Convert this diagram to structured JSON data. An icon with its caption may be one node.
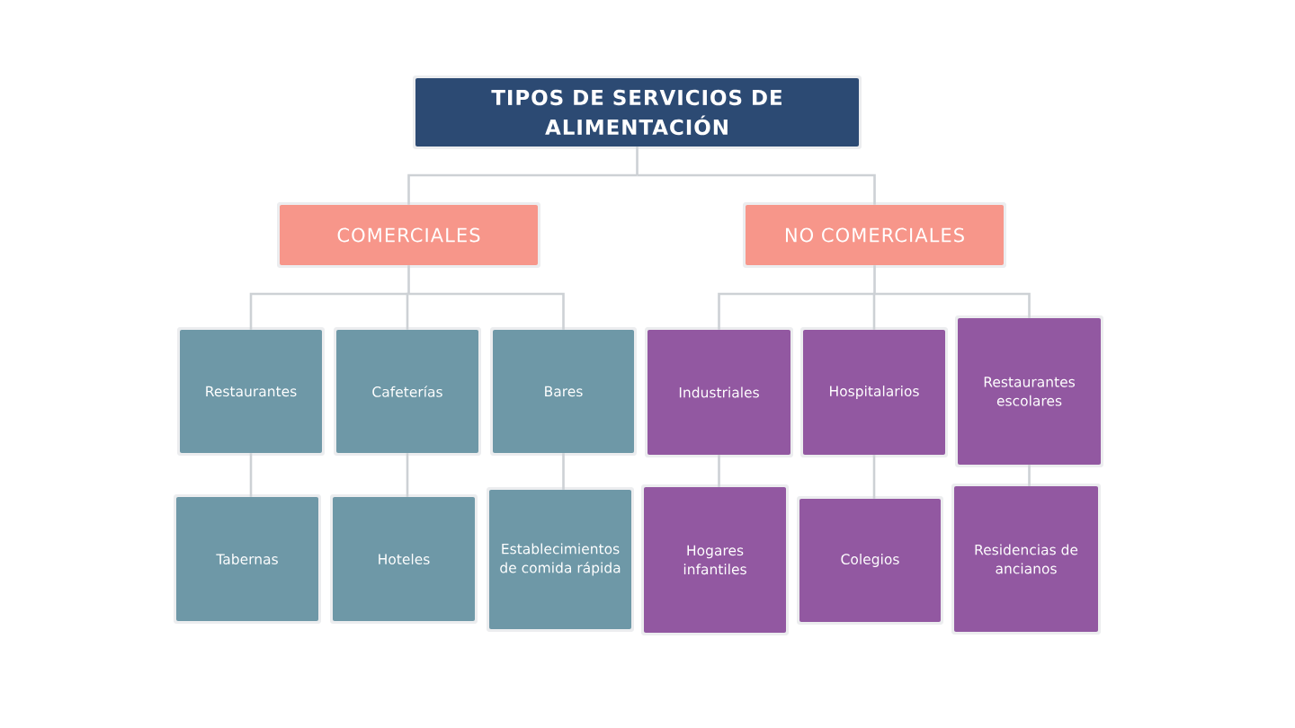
{
  "diagram": {
    "nodes": [
      {
        "text": [
          "TIPOS DE SERVICIOS DE ALIMENTACIÓN"
        ]
      },
      {
        "text": [
          "COMERCIALES"
        ]
      },
      {
        "text": [
          "NO COMERCIALES"
        ]
      },
      {
        "text": [
          "Restaurantes"
        ]
      },
      {
        "text": [
          "Cafeterías"
        ]
      },
      {
        "text": [
          "Bares"
        ]
      },
      {
        "text": [
          "Industriales"
        ]
      },
      {
        "text": [
          "Hospitalarios"
        ]
      },
      {
        "text": [
          "Restaurantes escolares"
        ]
      },
      {
        "text": [
          "Tabernas"
        ]
      },
      {
        "text": [
          "Hoteles"
        ]
      },
      {
        "text": [
          "Establecimientos de comida rápida"
        ]
      },
      {
        "text": [
          "Hogares infantiles"
        ]
      },
      {
        "text": [
          "Colegios"
        ]
      },
      {
        "text": [
          "Residencias de ancianos"
        ]
      }
    ],
    "edges": [
      {
        "from": 0,
        "to": 1,
        "arrow": "none"
      },
      {
        "from": 0,
        "to": 2,
        "arrow": "none"
      },
      {
        "from": 1,
        "to": 3,
        "arrow": "none"
      },
      {
        "from": 1,
        "to": 4,
        "arrow": "none"
      },
      {
        "from": 1,
        "to": 5,
        "arrow": "none"
      },
      {
        "from": 2,
        "to": 6,
        "arrow": "none"
      },
      {
        "from": 2,
        "to": 7,
        "arrow": "none"
      },
      {
        "from": 2,
        "to": 8,
        "arrow": "none"
      },
      {
        "from": 3,
        "to": 9,
        "arrow": "none"
      },
      {
        "from": 4,
        "to": 10,
        "arrow": "none"
      },
      {
        "from": 5,
        "to": 11,
        "arrow": "none"
      },
      {
        "from": 6,
        "to": 12,
        "arrow": "none"
      },
      {
        "from": 7,
        "to": 13,
        "arrow": "none"
      },
      {
        "from": 8,
        "to": 14,
        "arrow": "none"
      }
    ]
  }
}
